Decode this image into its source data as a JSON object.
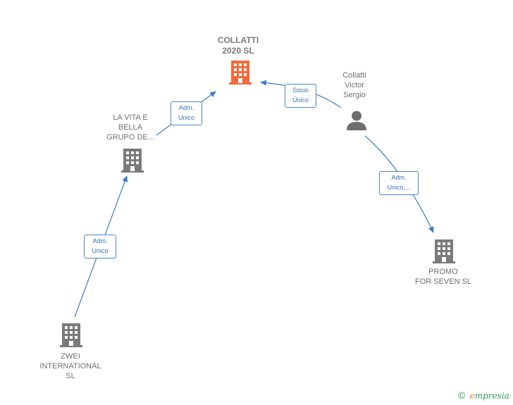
{
  "nodes": {
    "collatti2020": {
      "label": "COLLATTI\n2020  SL",
      "icon": "building-icon",
      "color": "#f26b3a"
    },
    "lavita": {
      "label": "LA VITA E\nBELLA\nGRUPO DE...",
      "icon": "building-icon",
      "color": "#7a7a7a"
    },
    "collattiVictor": {
      "label": "Collatti\nVictor\nSergio",
      "icon": "person-icon",
      "color": "#7a7a7a"
    },
    "promo": {
      "label": "PROMO\nFOR SEVEN  SL",
      "icon": "building-icon",
      "color": "#7a7a7a"
    },
    "zwei": {
      "label": "ZWEI\nINTERNATIONAL\nSL",
      "icon": "building-icon",
      "color": "#7a7a7a"
    }
  },
  "edges": {
    "lavita_to_collatti": "Adm.\nUnico",
    "victor_to_collatti": "Socio\nÚnico",
    "victor_to_promo": "Adm.\nUnico,...",
    "zwei_to_lavita": "Adm.\nUnico"
  },
  "colors": {
    "edge": "#3d7cc9",
    "accent": "#f26b3a"
  },
  "footer": {
    "copyright": "©",
    "brand_first": "e",
    "brand_rest": "mpresia"
  }
}
